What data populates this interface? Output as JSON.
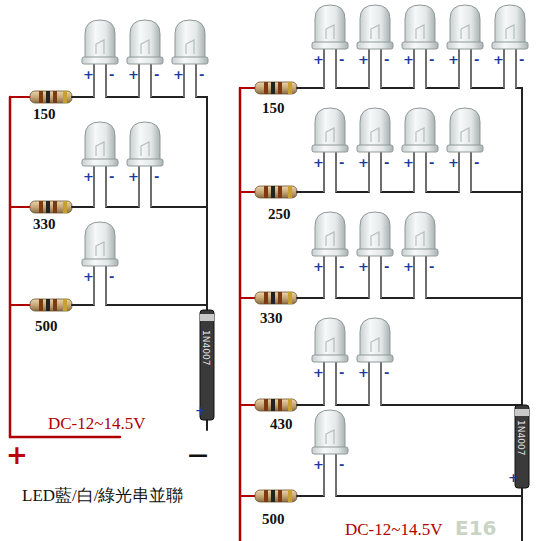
{
  "diagram": {
    "caption": "LED藍/白/綠光串並聯",
    "labels": [
      "+",
      "-",
      "+",
      "-",
      "+",
      "-",
      "150",
      "+",
      "-",
      "+",
      "-",
      "330",
      "+",
      "-",
      "500",
      "1N4007",
      "+",
      "DC-12~14.5V",
      "+",
      "—",
      "+",
      "-",
      "+",
      "-",
      "+",
      "-",
      "+",
      "-",
      "+",
      "-",
      "150",
      "+",
      "-",
      "+",
      "-",
      "+",
      "-",
      "+",
      "-",
      "250",
      "+",
      "-",
      "+",
      "-",
      "+",
      "-",
      "330",
      "+",
      "-",
      "+",
      "-",
      "430",
      "+",
      "-",
      "500",
      "1N4007",
      "+",
      "DC-12~14.5V",
      "E16"
    ]
  }
}
